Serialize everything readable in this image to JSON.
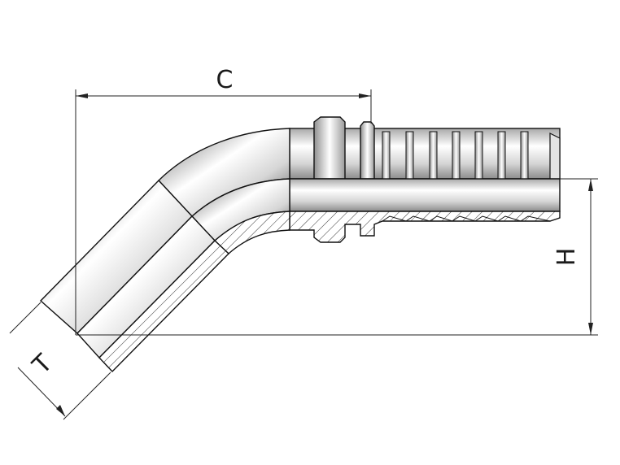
{
  "drawing": {
    "dimension_labels": {
      "c": "C",
      "h": "H",
      "t": "T"
    },
    "colors": {
      "line": "#111111",
      "metal_light": "#ffffff",
      "metal_mid": "#d9d9d9",
      "metal_dark": "#8a8a8a",
      "section_fill": "#bdbdbd"
    }
  }
}
